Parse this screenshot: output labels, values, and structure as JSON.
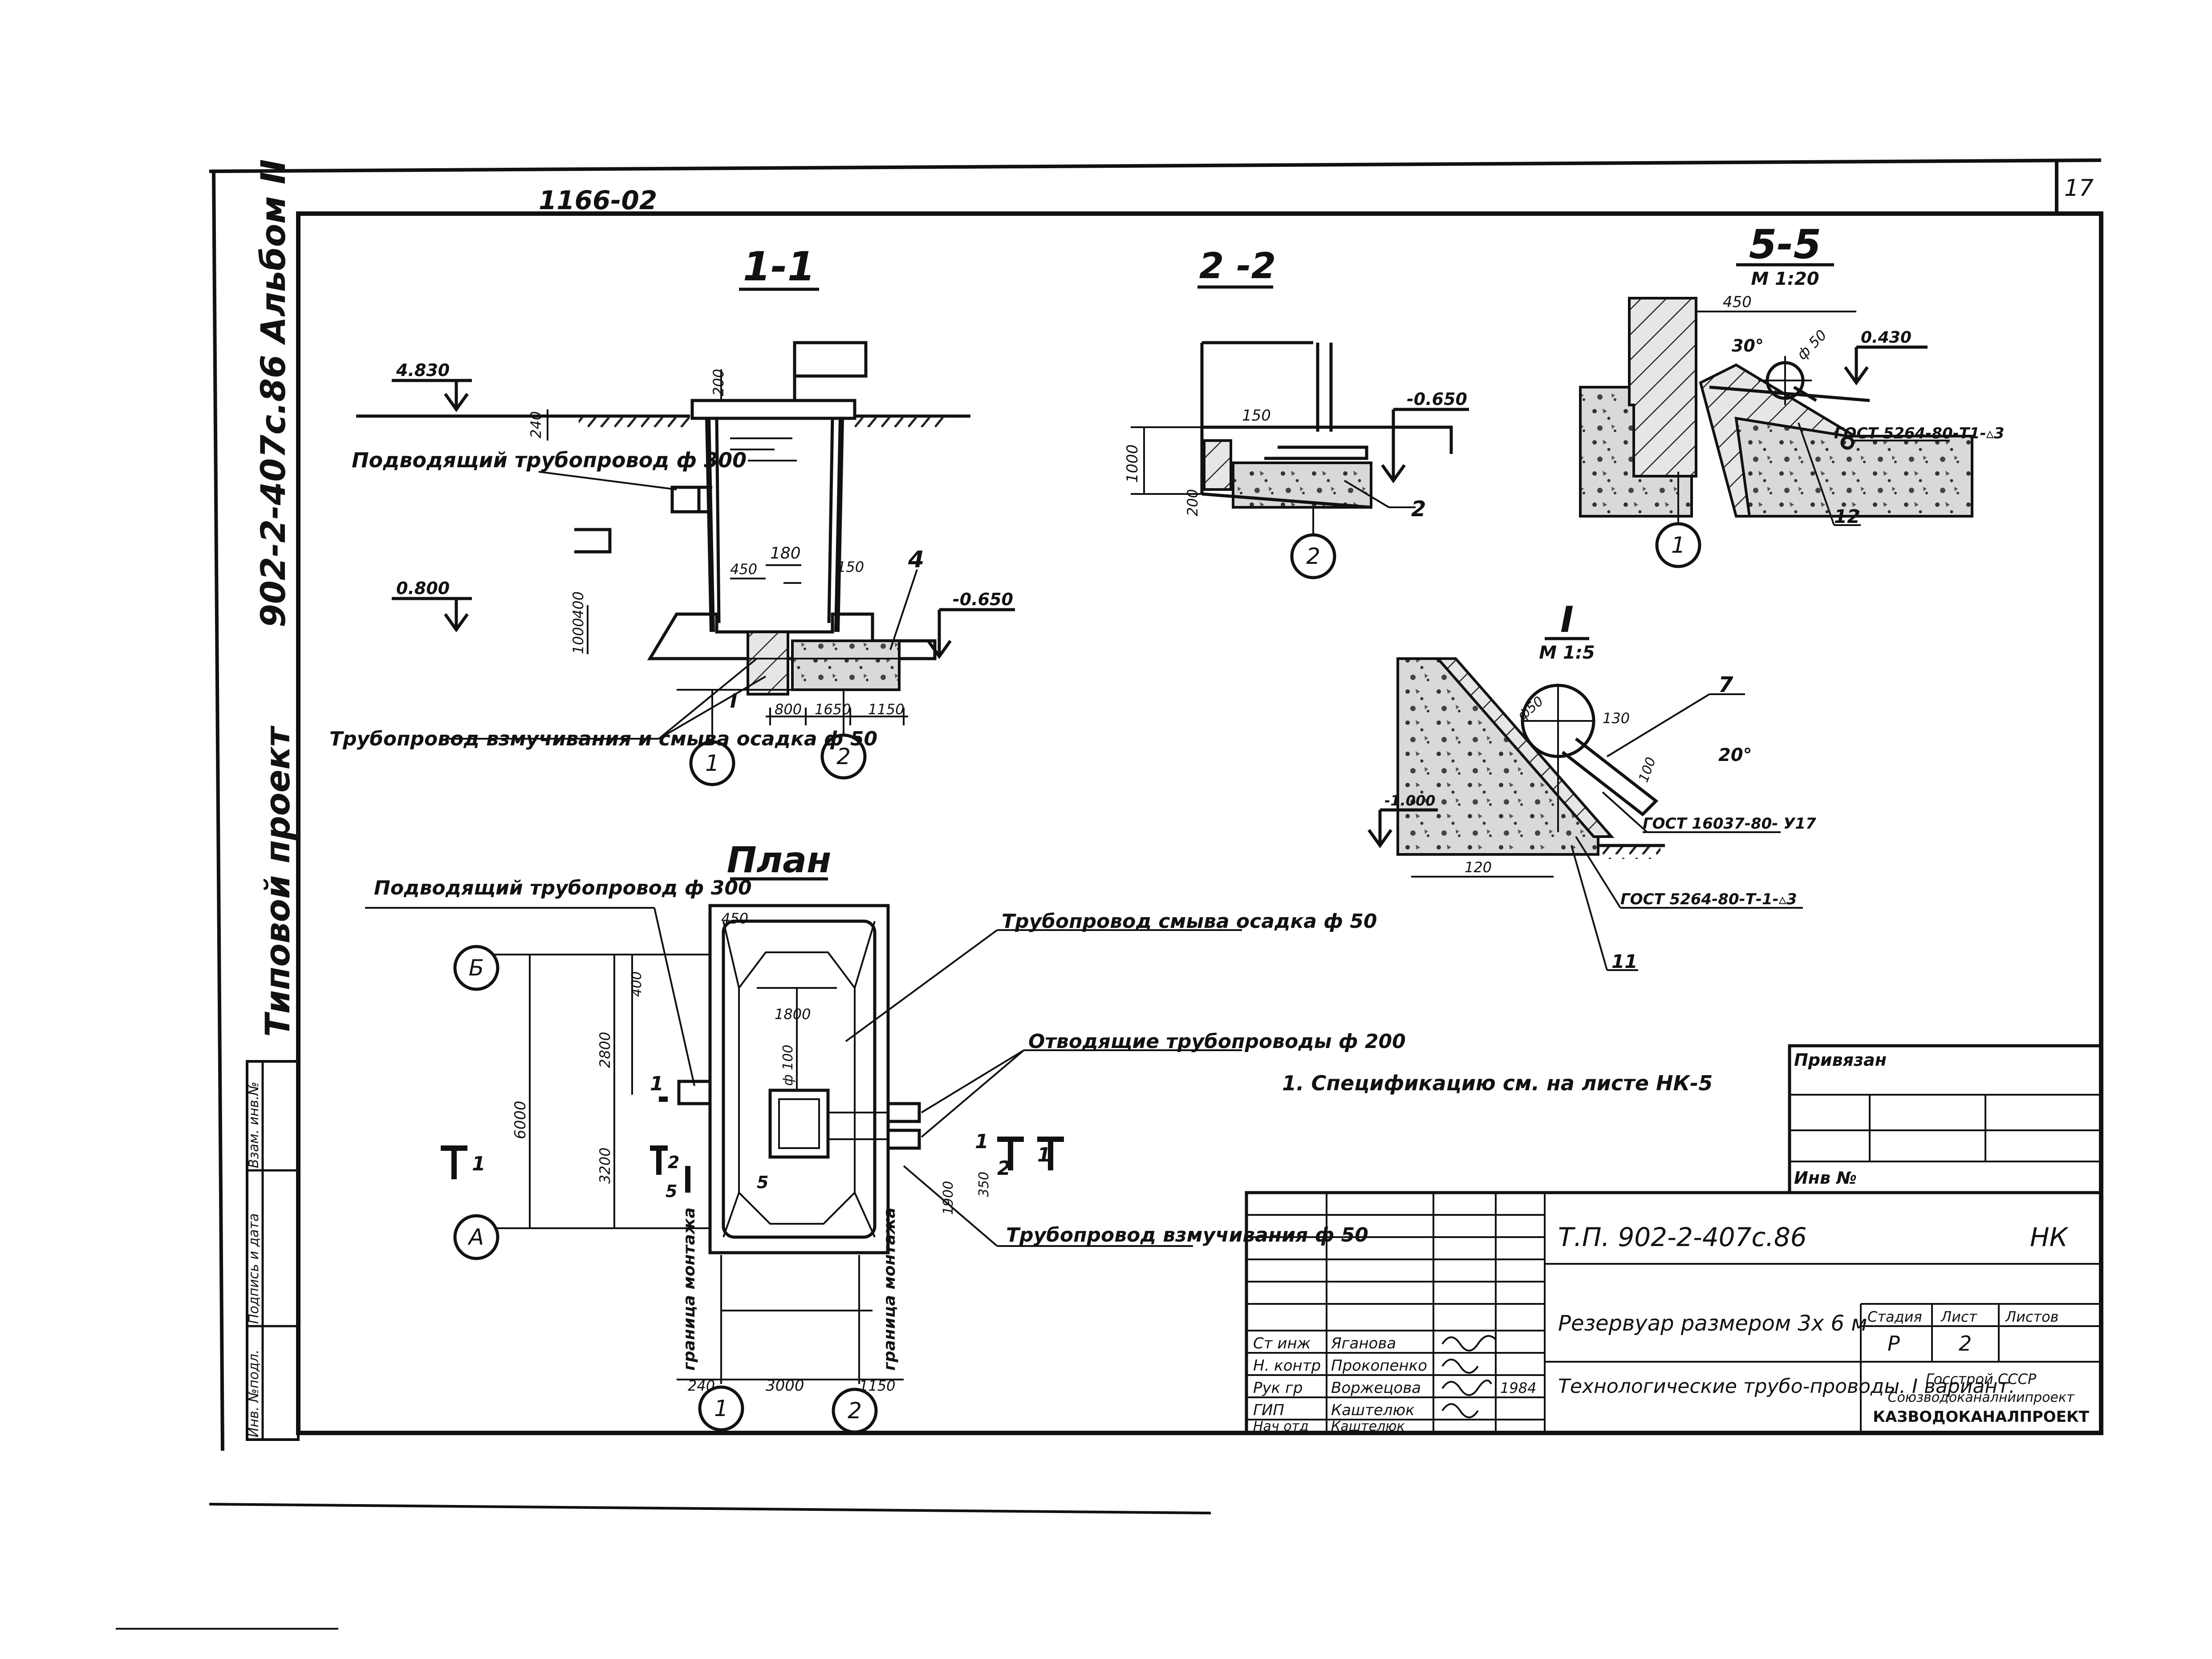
{
  "sheet": {
    "sheet_number": "17",
    "doc_code_top": "1166-02",
    "album": "902-2-407c.86  Альбом II",
    "project_type": "Типовой  проект"
  },
  "side_stamp": {
    "cells": [
      "Инв. №подл.",
      "Подпись и дата",
      "Взам. инв.№"
    ]
  },
  "section_1_1": {
    "title": "1-1",
    "labels": {
      "inlet": "Подводящий трубопровод  ф 300",
      "flush": "Трубопровод  взмучивания и смыва  осадка  ф 50",
      "mark_top": "4.830",
      "mark_mid": "0.800",
      "mark_bottom": "-0.650",
      "callout_4": "4",
      "callout_I": "I"
    },
    "dims": [
      "180",
      "450",
      "1650",
      "1150",
      "800",
      "240",
      "200",
      "1000",
      "400",
      "150"
    ],
    "axes": [
      "1",
      "2"
    ]
  },
  "section_2_2": {
    "title": "2 -2",
    "mark": "-0.650",
    "dims": [
      "150",
      "1000",
      "200"
    ],
    "callout": "2",
    "axis": "2"
  },
  "section_5_5": {
    "title": "5-5",
    "scale": "М 1:20",
    "dims": [
      "450",
      "30°",
      "ф 50",
      "0.430"
    ],
    "gost": "ГОСТ  5264-80-Т1-▵3",
    "callout": "12",
    "axis": "1"
  },
  "detail_I": {
    "title": "I",
    "scale": "М 1:5",
    "dims": [
      "130",
      "20°",
      "ф50",
      "100",
      "-1.000",
      "120"
    ],
    "gost_1": "ГОСТ 16037-80- У17",
    "gost_2": "ГОСТ 5264-80-Т-1-▵3",
    "callout_7": "7",
    "callout_11": "11"
  },
  "plan": {
    "title": "План",
    "labels": {
      "inlet": "Подводящий трубопровод  ф 300",
      "flush": "Трубопровод  смыва осадка  ф 50",
      "outlet": "Отводящие трубопроводы  ф 200",
      "stir": "Трубопровод взмучивания  ф 50",
      "mount_left": "граница монтажа",
      "mount_right": "граница монтажа"
    },
    "dims": [
      "450",
      "400",
      "1800",
      "ф 100",
      "2800",
      "6000",
      "3200",
      "350",
      "1900",
      "240",
      "3000",
      "1150"
    ],
    "cuts": [
      "1",
      "1",
      "2",
      "5",
      "5",
      "2",
      "1",
      "1"
    ],
    "axes_letters": [
      "Б",
      "А"
    ],
    "axes_numbers": [
      "1",
      "2"
    ]
  },
  "note": "1. Спецификацию   см. на  листе НК-5",
  "bind_block": {
    "attached": "Привязан",
    "inv": "Инв №"
  },
  "title_block": {
    "doc_code": "Т.П. 902-2-407с.86",
    "brand": "НК",
    "object": "Резервуар  размером 3х 6 м",
    "drawing": "Технологические   трубо-проводы.  I  вариант.",
    "stage_label": "Стадия",
    "sheet_label": "Лист",
    "sheets_label": "Листов",
    "stage": "Р",
    "sheet": "2",
    "org1": "Госстрой СССР",
    "org2": "Союзводоканалниипроект",
    "org3": "КАЗВОДОКАНАЛПРОЕКТ",
    "year": "1984",
    "people": [
      {
        "role": "Ст инж",
        "name": "Яганова"
      },
      {
        "role": "Н. контр",
        "name": "Прокопенко"
      },
      {
        "role": "Рук гр",
        "name": "Воржецова"
      },
      {
        "role": "ГИП",
        "name": "Каштелюк"
      },
      {
        "role": "Нач отд",
        "name": "Каштелюк"
      }
    ]
  }
}
